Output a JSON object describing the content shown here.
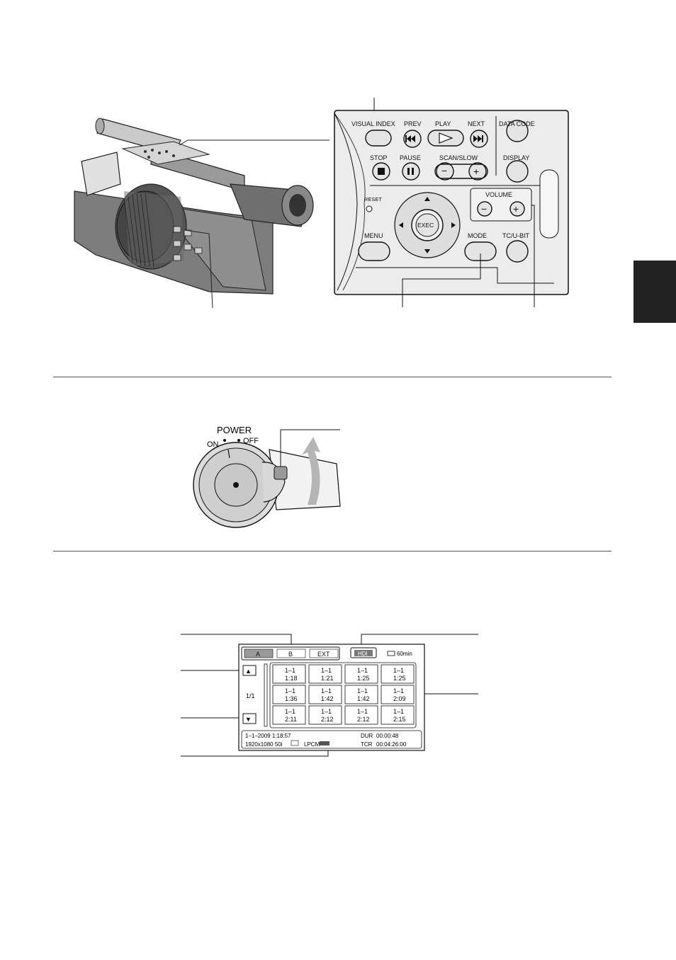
{
  "control_panel": {
    "buttons": {
      "visual_index": "VISUAL INDEX",
      "prev": "PREV",
      "play": "PLAY",
      "next": "NEXT",
      "data_code": "DATA CODE",
      "stop": "STOP",
      "pause": "PAUSE",
      "scan_slow": "SCAN/SLOW",
      "display": "DISPLAY",
      "reset": "RESET",
      "volume": "VOLUME",
      "exec": "EXEC",
      "menu": "MENU",
      "mode": "MODE",
      "tc_ubit": "TC/U-BIT",
      "minus": "−",
      "plus": "+"
    }
  },
  "power_switch": {
    "title": "POWER",
    "on": "ON",
    "off": "OFF"
  },
  "index_screen": {
    "tabs": [
      "A",
      "B",
      "EXT"
    ],
    "media_icon": "HDI",
    "battery": "60min",
    "page_up": "▲",
    "page_down": "▼",
    "page": "1/1",
    "thumbnails": [
      [
        "1–1",
        "1:18"
      ],
      [
        "1–1",
        "1:21"
      ],
      [
        "1–1",
        "1:25"
      ],
      [
        "1–1",
        "1:25"
      ],
      [
        "1–1",
        "1:36"
      ],
      [
        "1–1",
        "1:42"
      ],
      [
        "1–1",
        "1:42"
      ],
      [
        "1–1",
        "2:09"
      ],
      [
        "1–1",
        "2:11"
      ],
      [
        "1–1",
        "2:12"
      ],
      [
        "1–1",
        "2:12"
      ],
      [
        "1–1",
        "2:15"
      ]
    ],
    "info": {
      "datetime": "1–1–2009  1:18:57",
      "format": "1920x1080   50i",
      "audio": "LPCM",
      "dur_label": "DUR",
      "dur_value": "00:00:48",
      "tcr_label": "TCR",
      "tcr_value": "00:04:26:00"
    }
  }
}
